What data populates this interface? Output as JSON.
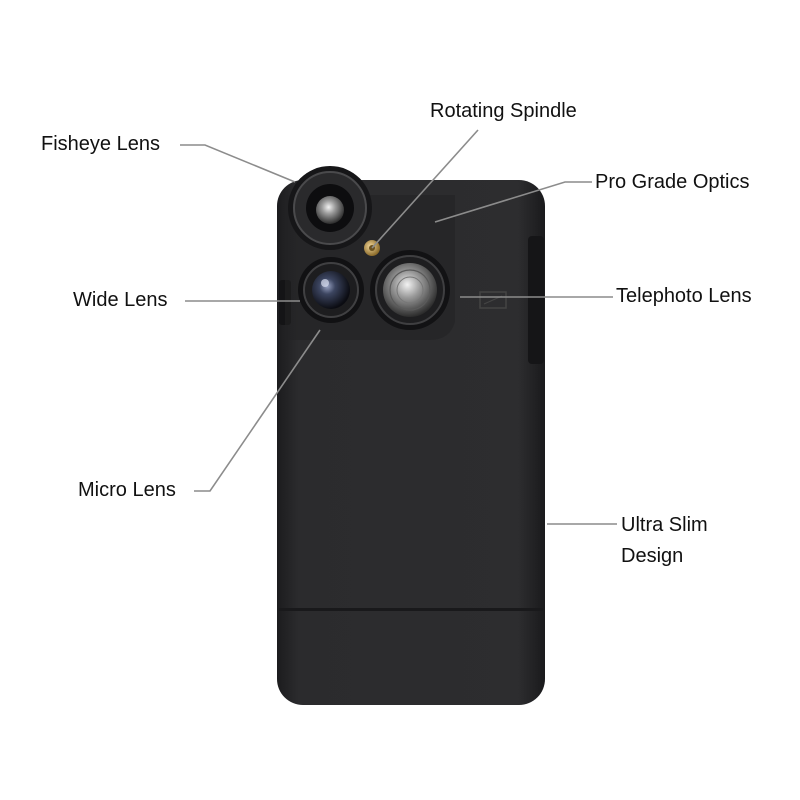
{
  "callouts": {
    "fisheye": "Fisheye Lens",
    "rotating_spindle": "Rotating Spindle",
    "pro_grade_optics": "Pro Grade Optics",
    "wide": "Wide Lens",
    "telephoto": "Telephoto Lens",
    "micro": "Micro Lens",
    "ultra_slim": [
      "Ultra Slim",
      "Design"
    ]
  },
  "colors": {
    "case_body": "#2a2a2c",
    "case_edge": "#1b1b1d",
    "leader_line": "#8c8c8c",
    "label_text": "#111111"
  }
}
